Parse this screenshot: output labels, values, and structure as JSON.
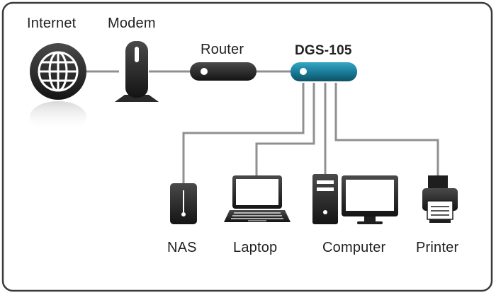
{
  "labels": {
    "internet": "Internet",
    "modem": "Modem",
    "router": "Router",
    "switch": "DGS-105",
    "nas": "NAS",
    "laptop": "Laptop",
    "computer": "Computer",
    "printer": "Printer"
  },
  "colors": {
    "device": "#1e1e1e",
    "cable": "#909090",
    "switch_accent": "#1a7d99",
    "frame": "#3a3a3a"
  },
  "icons": [
    "globe-icon",
    "modem-icon",
    "router-icon",
    "switch-icon",
    "nas-icon",
    "laptop-icon",
    "computer-tower-icon",
    "monitor-icon",
    "printer-icon"
  ]
}
